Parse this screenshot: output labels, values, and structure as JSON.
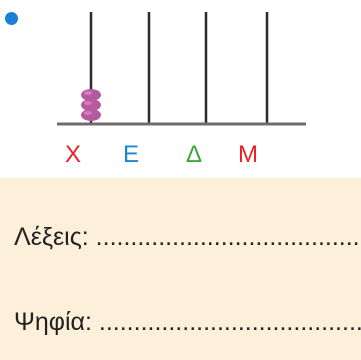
{
  "colors": {
    "bullet": "#1d7fd6",
    "rod": "#2b2b2b",
    "base": "#6d6d6d",
    "bead": "#b65aa0",
    "bead_highlight": "#d47cc0",
    "label_x": "#e8212b",
    "label_e": "#1d86d0",
    "label_delta": "#3aaa35",
    "label_m": "#e8212b",
    "panel_bg": "#fdf0db",
    "text": "#222222"
  },
  "abacus": {
    "rods": [
      {
        "label": "Χ",
        "beads": 3
      },
      {
        "label": "Ε",
        "beads": 0
      },
      {
        "label": "Δ",
        "beads": 0
      },
      {
        "label": "Μ",
        "beads": 0
      }
    ]
  },
  "answer": {
    "words_label": "Λέξεις: ......................................",
    "digits_label": "Ψηφία: ......................................"
  }
}
